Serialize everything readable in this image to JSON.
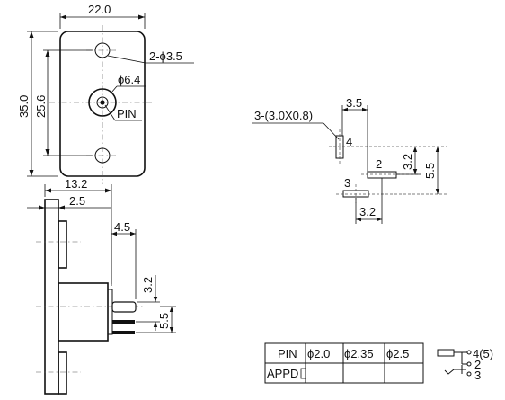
{
  "front_view": {
    "width": "22.0",
    "height_outer": "35.0",
    "height_holes": "25.6",
    "holes": "2-ϕ3.5",
    "pin_circle": "ϕ6.4",
    "pin": "PIN"
  },
  "side_view": {
    "depth": "13.2",
    "flange": "2.5",
    "pin_offset": "4.5",
    "pin_gap_a": "3.2",
    "pin_gap_b": "5.5"
  },
  "pcb_layout": {
    "slots": "3-(3.0X0.8)",
    "slot_offset_x": "3.5",
    "pitch_y_a": "3.2",
    "pitch_y_b": "5.5",
    "pitch_x": "3.2",
    "pin_4": "4",
    "pin_2": "2",
    "pin_3": "3"
  },
  "table": {
    "header": [
      "PIN",
      "ϕ2.0",
      "ϕ2.35",
      "ϕ2.5"
    ],
    "row_label": "APPD"
  },
  "schematic": {
    "terminal_a": "4(5)",
    "terminal_b": "2",
    "terminal_c": "3"
  }
}
